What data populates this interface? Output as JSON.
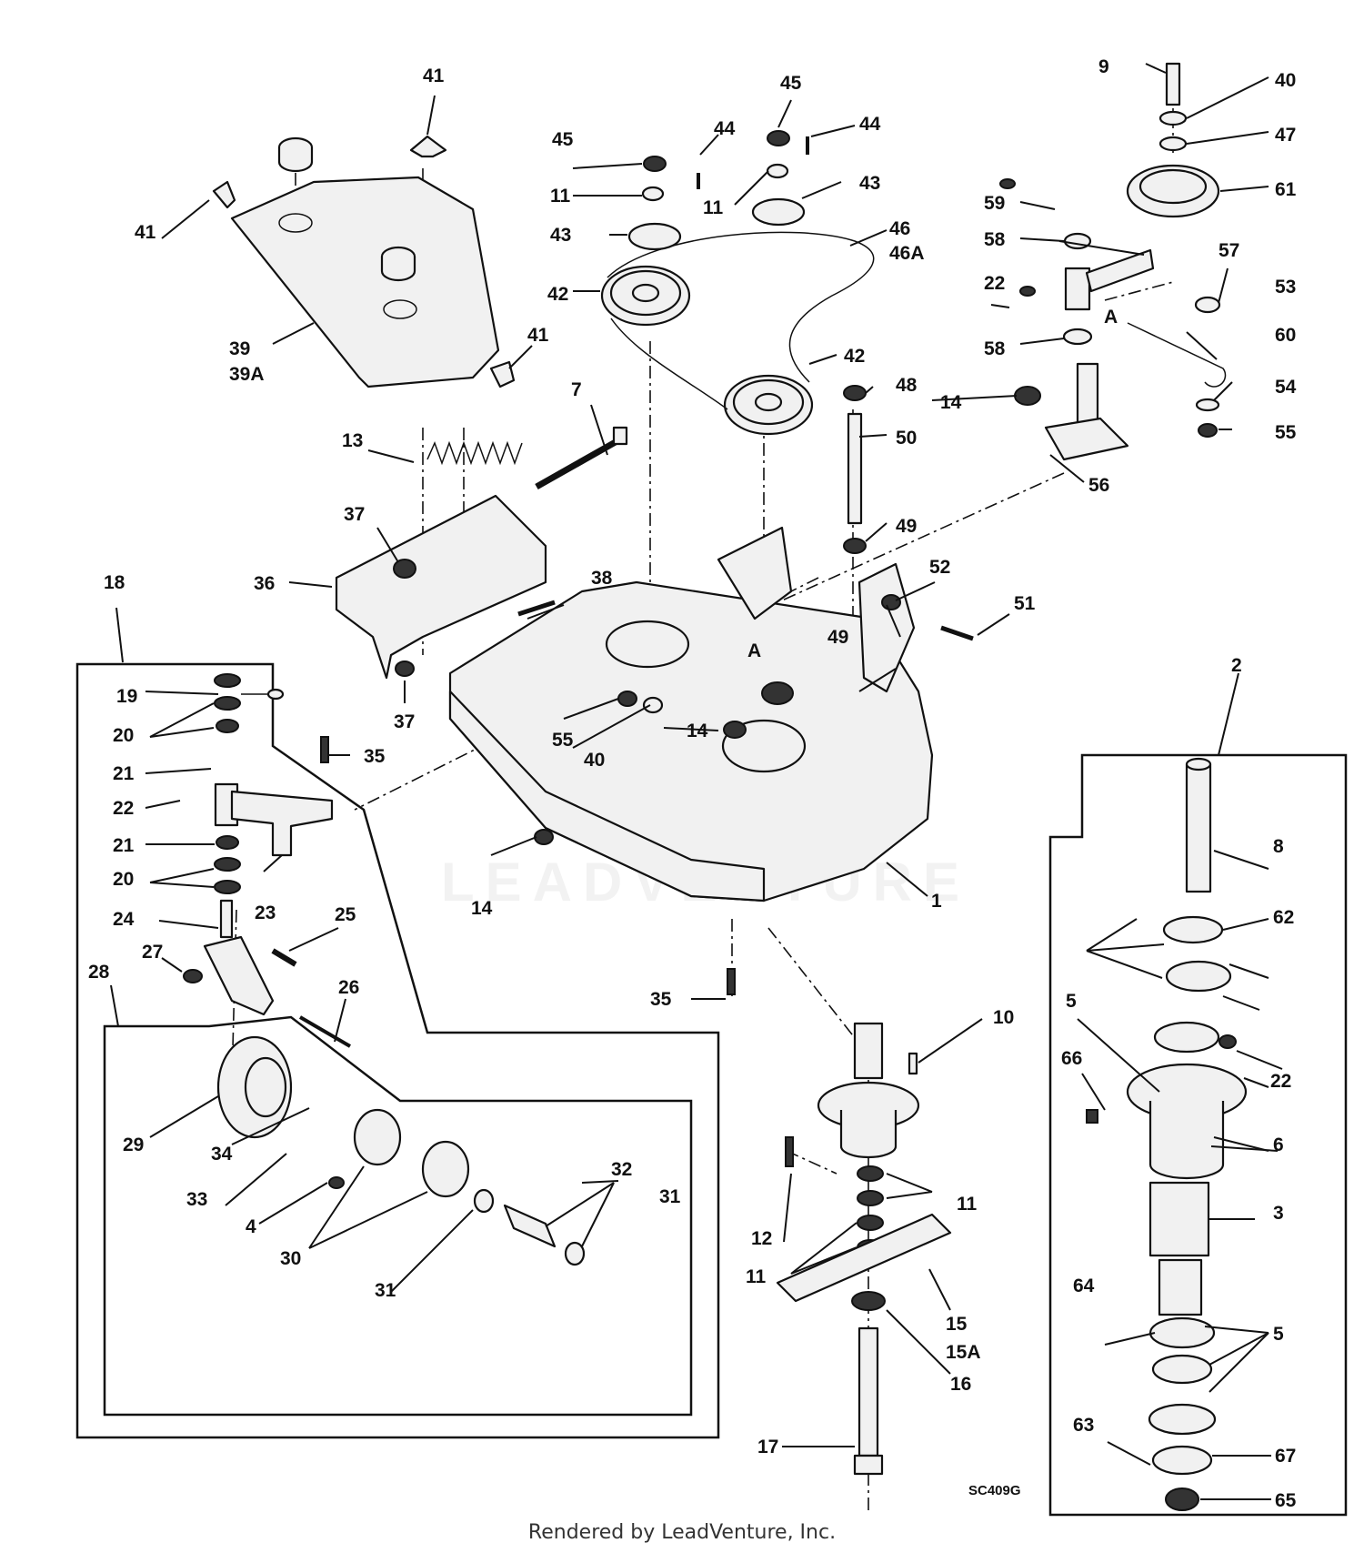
{
  "diagram": {
    "callouts": [
      "1",
      "2",
      "3",
      "4",
      "5",
      "6",
      "7",
      "8",
      "9",
      "10",
      "11",
      "12",
      "13",
      "14",
      "15",
      "15A",
      "16",
      "17",
      "18",
      "19",
      "20",
      "21",
      "22",
      "23",
      "24",
      "25",
      "26",
      "27",
      "28",
      "29",
      "30",
      "31",
      "32",
      "33",
      "34",
      "35",
      "36",
      "37",
      "38",
      "39",
      "39A",
      "40",
      "41",
      "42",
      "43",
      "44",
      "45",
      "46",
      "46A",
      "47",
      "48",
      "49",
      "50",
      "51",
      "52",
      "53",
      "54",
      "55",
      "56",
      "57",
      "58",
      "59",
      "60",
      "61",
      "62",
      "63",
      "64",
      "65",
      "66",
      "67"
    ],
    "reference_letter": "A",
    "figure_code": "SC409G",
    "watermark": "LEADVENTURE"
  },
  "footer": {
    "text": "Rendered by LeadVenture, Inc."
  }
}
